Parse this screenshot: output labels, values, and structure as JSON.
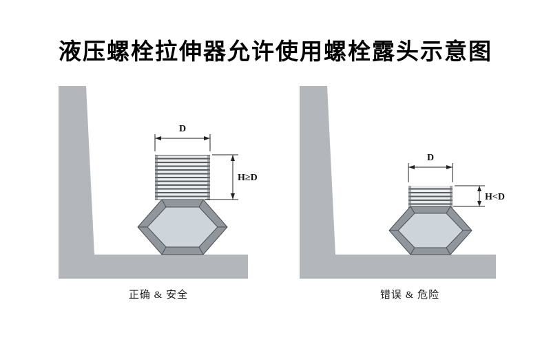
{
  "title": "液压螺栓拉伸器允许使用螺栓露头示意图",
  "diagrams": {
    "left": {
      "dim_width_label": "D",
      "dim_height_label": "H≥D",
      "caption": "正确 & 安全"
    },
    "right": {
      "dim_width_label": "D",
      "dim_height_label": "H<D",
      "caption": "错误 & 危险"
    }
  },
  "colors": {
    "bracket": "#b3b7bb",
    "nut_dark": "#90969c",
    "nut_light": "#ced5da",
    "outline": "#45494d",
    "line": "#222222"
  }
}
